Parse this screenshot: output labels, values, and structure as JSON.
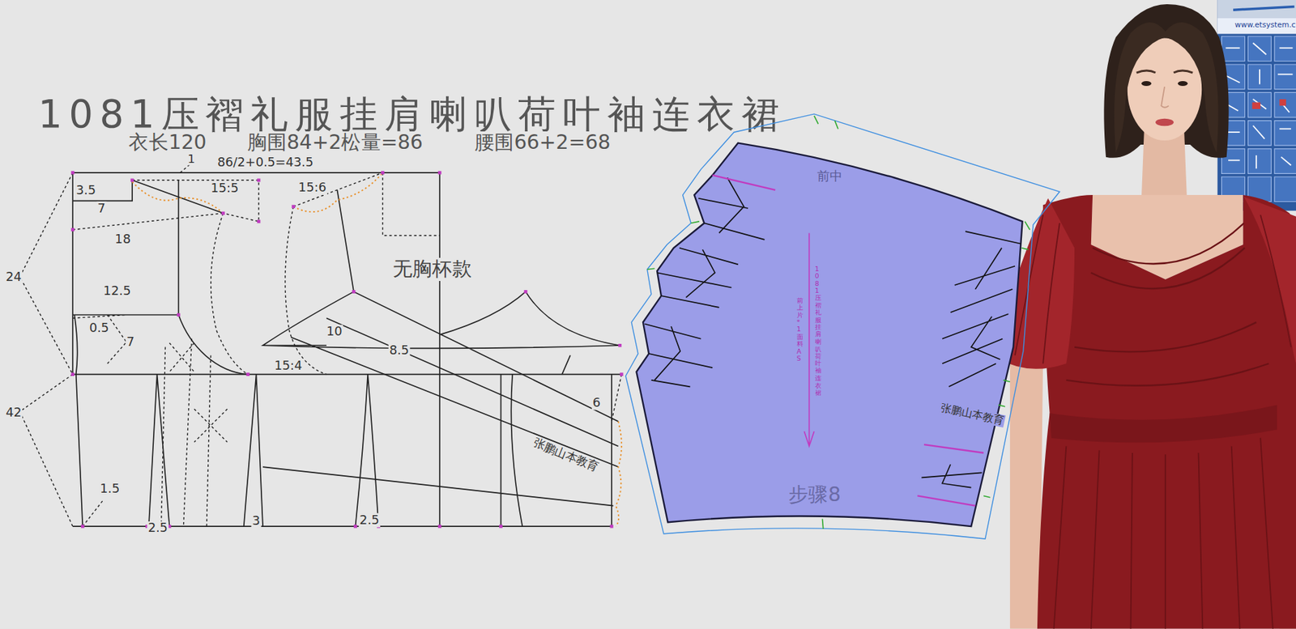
{
  "diagram": {
    "title": "1081压褶礼服挂肩喇叭荷叶袖连衣裙",
    "nodes": [
      {
        "text": [
          "前中",
          "1081压褶礼服挂肩喇叭荷叶袖连衣裙",
          "前上片*1 面料A S",
          "张鹏山本教育",
          "步骤8"
        ]
      }
    ],
    "labels": [
      "衣长120",
      "胸围84+2松量=86",
      "腰围66+2=68",
      "1",
      "86/2+0.5=43.5",
      "3.5",
      "7",
      "15:5",
      "15:6",
      "18",
      "24",
      "12.5",
      "0.5",
      "7",
      "无胸杯款",
      "10",
      "8.5",
      "15:4",
      "6",
      "42",
      "1.5",
      "2.5",
      "3",
      "2.5",
      "张鹏山本教育",
      "www.etsystem.c"
    ]
  }
}
